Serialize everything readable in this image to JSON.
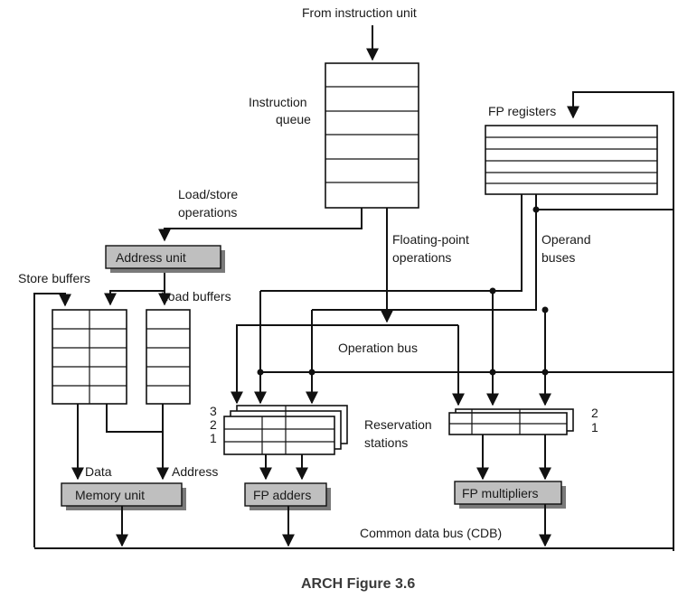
{
  "labels": {
    "from_instruction_unit": "From instruction unit",
    "instruction": "Instruction",
    "queue": "queue",
    "fp_registers": "FP registers",
    "load_store_1": "Load/store",
    "load_store_2": "operations",
    "floating_point_1": "Floating-point",
    "floating_point_2": "operations",
    "operand_1": "Operand",
    "operand_2": "buses",
    "address_unit": "Address unit",
    "store_buffers": "Store buffers",
    "load_buffers": "Load buffers",
    "operation_bus": "Operation bus",
    "reservation_1": "Reservation",
    "reservation_2": "stations",
    "rs_add_3": "3",
    "rs_add_2": "2",
    "rs_add_1": "1",
    "rs_mul_2": "2",
    "rs_mul_1": "1",
    "data": "Data",
    "address": "Address",
    "memory_unit": "Memory unit",
    "fp_adders": "FP adders",
    "fp_multipliers": "FP multipliers",
    "cdb": "Common data bus (CDB)"
  },
  "caption": "ARCH Figure 3.6"
}
